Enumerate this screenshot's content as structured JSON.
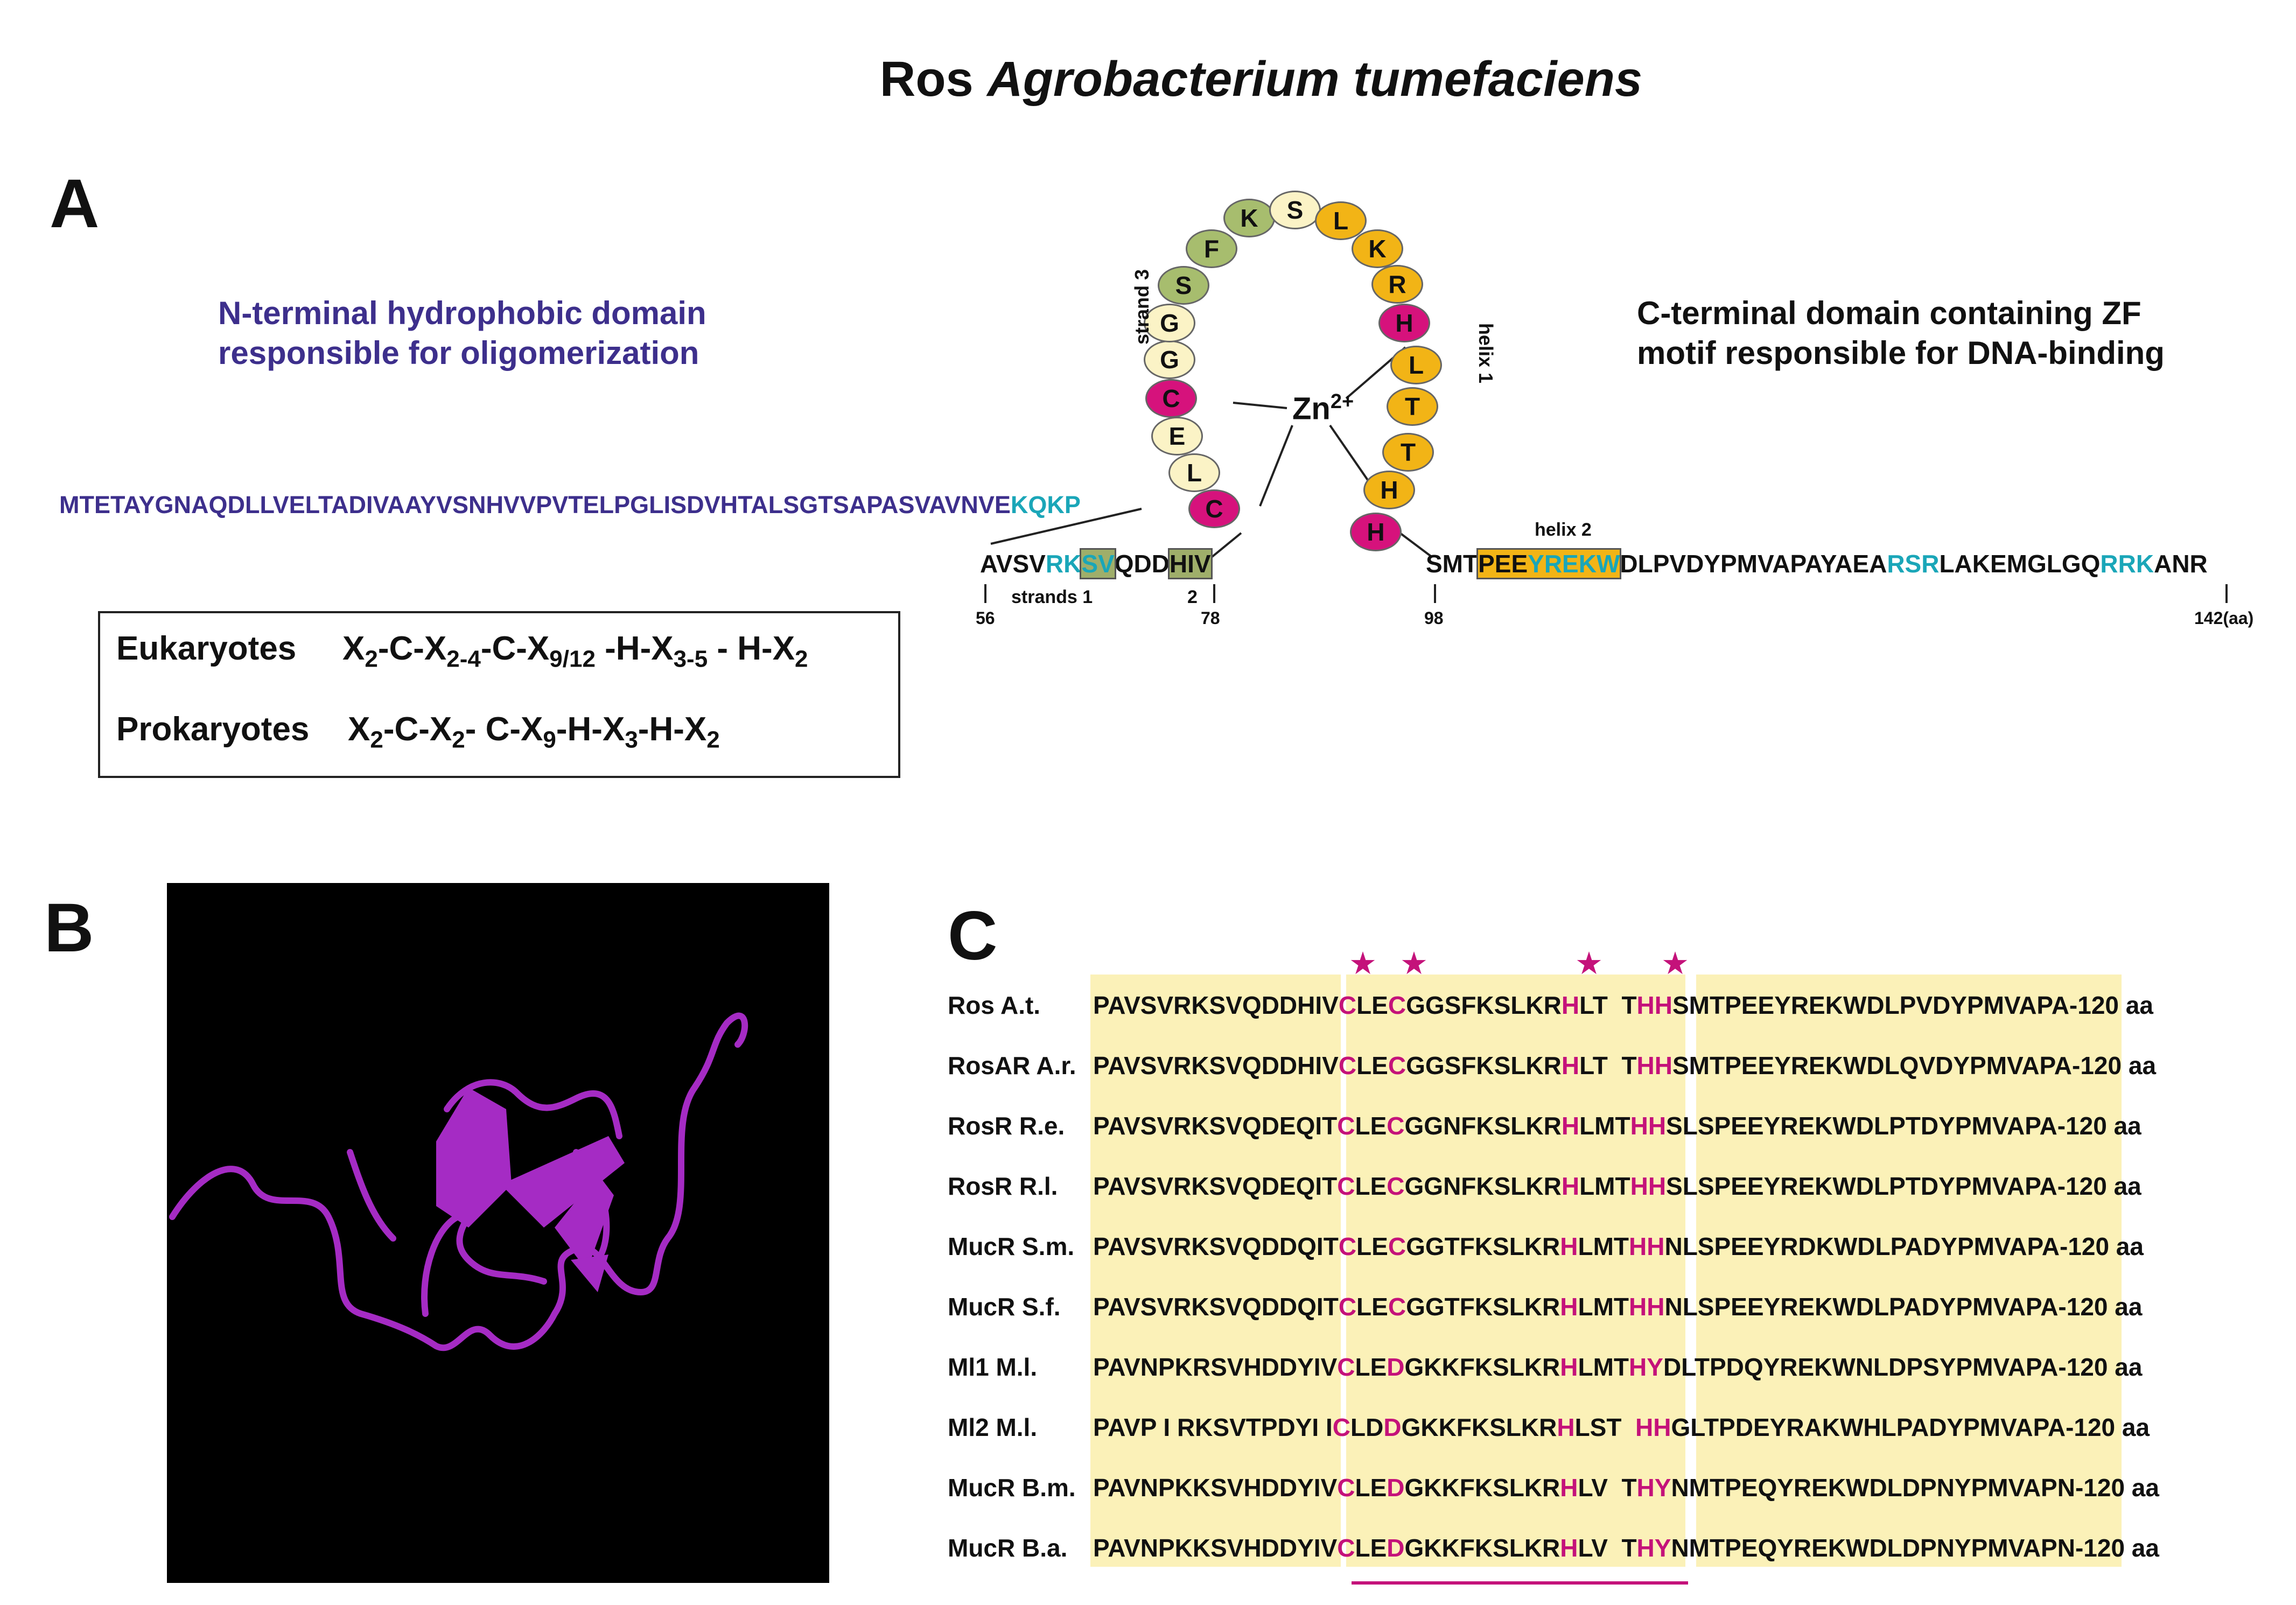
{
  "title": {
    "prefix": "Ros",
    "italic": "Agrobacterium tumefaciens"
  },
  "panels": {
    "a": "A",
    "b": "B",
    "c": "C"
  },
  "labels": {
    "nterm_line1": "N-terminal hydrophobic domain",
    "nterm_line2": "responsible for oligomerization",
    "cterm_line1": "C-terminal domain containing ZF",
    "cterm_line2": "motif responsible for DNA-binding",
    "strand3": "strand 3",
    "helix1": "helix 1",
    "helix2": "helix 2",
    "strands": "strands  1",
    "strand2": "2",
    "zn": "Zn",
    "zn_charge": "2+"
  },
  "sequence": {
    "nterm": "MTETAYGNAQDLLVELTADIVAAYVSNHVVPVTELPGLISDVHTALSGTSAPASVAVNVE",
    "nterm_cyan": "KQKP",
    "left_a": "AVSV",
    "left_cyan": "RK",
    "left_box": "SV",
    "left_b": "QDD",
    "left_box2": "HIV",
    "right_a": "SMT",
    "right_helix_a": "PEE",
    "right_helix_cyan": "YREKW",
    "right_b": "DLPVDYPMVAPAYAEA",
    "right_cyan1": "RSR",
    "right_c": "LAKEMGLGQ",
    "right_cyan2": "RRK",
    "right_d": "ANR",
    "pos": [
      "56",
      "78",
      "98",
      "142(aa)"
    ]
  },
  "loop_residues": [
    {
      "aa": "C",
      "color": "#d6127c"
    },
    {
      "aa": "L",
      "color": "#fbf3c6"
    },
    {
      "aa": "E",
      "color": "#fbf3c6"
    },
    {
      "aa": "C",
      "color": "#d6127c"
    },
    {
      "aa": "G",
      "color": "#fbf3c6"
    },
    {
      "aa": "G",
      "color": "#fbf3c6"
    },
    {
      "aa": "S",
      "color": "#a7bd6e"
    },
    {
      "aa": "F",
      "color": "#a7bd6e"
    },
    {
      "aa": "K",
      "color": "#a7bd6e"
    },
    {
      "aa": "S",
      "color": "#fbf3c6"
    },
    {
      "aa": "L",
      "color": "#f2b416"
    },
    {
      "aa": "K",
      "color": "#f2b416"
    },
    {
      "aa": "R",
      "color": "#f2b416"
    },
    {
      "aa": "H",
      "color": "#d6127c"
    },
    {
      "aa": "L",
      "color": "#f2b416"
    },
    {
      "aa": "T",
      "color": "#f2b416"
    },
    {
      "aa": "T",
      "color": "#f2b416"
    },
    {
      "aa": "H",
      "color": "#f2b416"
    },
    {
      "aa": "H",
      "color": "#d6127c"
    }
  ],
  "consensus": {
    "euk_label": "Eukaryotes",
    "prok_label": "Prokaryotes"
  },
  "alignment": [
    {
      "name": "Ros A.t.",
      "a": "PAVSVRKSVQDDHIV",
      "c1": "C",
      "b": "LE",
      "c2": "C",
      "d": "GGSFKSLKR",
      "h1": "H",
      "e": "LT  T",
      "h2": "HH",
      "f": "SMTPEEYREKWDLPVDYPMVAPA-120 aa"
    },
    {
      "name": "RosAR A.r.",
      "a": "PAVSVRKSVQDDHIV",
      "c1": "C",
      "b": "LE",
      "c2": "C",
      "d": "GGSFKSLKR",
      "h1": "H",
      "e": "LT  T",
      "h2": "HH",
      "f": "SMTPEEYREKWDLQVDYPMVAPA-120 aa"
    },
    {
      "name": "RosR R.e.",
      "a": "PAVSVRKSVQDEQIT",
      "c1": "C",
      "b": "LE",
      "c2": "C",
      "d": "GGNFKSLKR",
      "h1": "H",
      "e": "LMT",
      "h2": "HH",
      "f": "SLSPEEYREKWDLPTDYPMVAPA-120 aa"
    },
    {
      "name": "RosR R.l.",
      "a": "PAVSVRKSVQDEQIT",
      "c1": "C",
      "b": "LE",
      "c2": "C",
      "d": "GGNFKSLKR",
      "h1": "H",
      "e": "LMT",
      "h2": "HH",
      "f": "SLSPEEYREKWDLPTDYPMVAPA-120 aa"
    },
    {
      "name": "MucR S.m.",
      "a": "PAVSVRKSVQDDQIT",
      "c1": "C",
      "b": "LE",
      "c2": "C",
      "d": "GGTFKSLKR",
      "h1": "H",
      "e": "LMT",
      "h2": "HH",
      "f": "NLSPEEYRDKWDLPADYPMVAPA-120 aa"
    },
    {
      "name": "MucR S.f.",
      "a": "PAVSVRKSVQDDQIT",
      "c1": "C",
      "b": "LE",
      "c2": "C",
      "d": "GGTFKSLKR",
      "h1": "H",
      "e": "LMT",
      "h2": "HH",
      "f": "NLSPEEYREKWDLPADYPMVAPA-120 aa"
    },
    {
      "name": "Ml1 M.l.",
      "a": "PAVNPKRSVHDDYIV",
      "c1": "C",
      "b": "LE",
      "c2": "D",
      "d": "GKKFKSLKR",
      "h1": "H",
      "e": "LMT",
      "h2": "HY",
      "f": "DLTPDQYREKWNLDPSYPMVAPA-120 aa"
    },
    {
      "name": "Ml2 M.l.",
      "a": "PAVP I RKSVTPDYI I",
      "c1": "C",
      "b": "LD",
      "c2": "D",
      "d": "GKKFKSLKR",
      "h1": "H",
      "e": "LST  ",
      "h2": "HH",
      "f": "GLTPDEYRAKWHLPADYPMVAPA-120 aa"
    },
    {
      "name": "MucR B.m.",
      "a": "PAVNPKKSVHDDYIV",
      "c1": "C",
      "b": "LE",
      "c2": "D",
      "d": "GKKFKSLKR",
      "h1": "H",
      "e": "LV  T",
      "h2": "HY",
      "f": "NMTPEQYREKWDLDPNYPMVAPN-120 aa"
    },
    {
      "name": "MucR B.a.",
      "a": "PAVNPKKSVHDDYIV",
      "c1": "C",
      "b": "LE",
      "c2": "D",
      "d": "GKKFKSLKR",
      "h1": "H",
      "e": "LV  T",
      "h2": "HY",
      "f": "NMTPEQYREKWDLDPNYPMVAPN-120 aa"
    }
  ],
  "colors": {
    "magenta": "#d6127c",
    "helix_orange": "#f2b416",
    "strand_green": "#a7bd6e",
    "loop_cream": "#fbf3c6",
    "align_bg": "#fbf1b8",
    "ribbon": "#a52bc4"
  }
}
